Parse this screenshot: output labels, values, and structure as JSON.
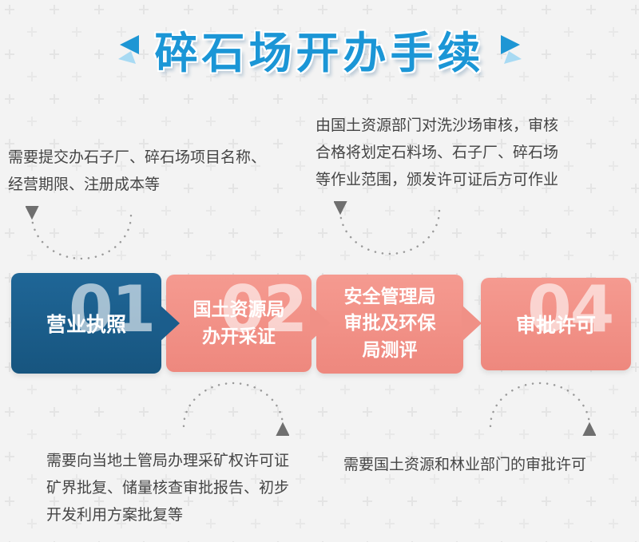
{
  "colors": {
    "title_blue": "#1b96d6",
    "step_blue": "#1b5d8c",
    "step_salmon": "#f09086",
    "background": "#f3f3f3",
    "note_text": "#454545",
    "arc_dot_gray": "#999999",
    "watermark_white": "rgba(255,255,255,0.6)"
  },
  "title": {
    "text": "碎石场开办手续"
  },
  "notes": {
    "top_left": "需要提交办石子厂、碎石场项目名称、\n经营期限、注册成本等",
    "top_right": "由国土资源部门对洗沙场审核，审核\n合格将划定石料场、石子厂、碎石场\n等作业范围，颁发许可证后方可作业",
    "bottom_left": "需要向当地土管局办理采矿权许可证\n矿界批复、储量核查审批报告、初步\n开发利用方案批复等",
    "bottom_right": "需要国土资源和林业部门的审批许可"
  },
  "steps": [
    {
      "label": "营业执照"
    },
    {
      "label": "国土资源局\n办开采证"
    },
    {
      "label": "安全管理局\n审批及环保\n局测评"
    },
    {
      "label": "审批许可"
    }
  ],
  "watermarks": [
    {
      "text": "01"
    },
    {
      "text": "02"
    },
    {
      "text": "04"
    }
  ]
}
